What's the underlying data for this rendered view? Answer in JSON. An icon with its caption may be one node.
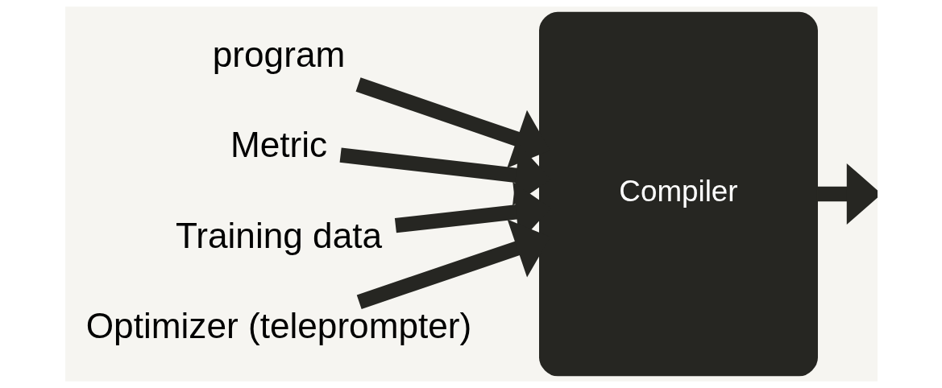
{
  "diagram": {
    "nodes": [
      {
        "text": [
          "program"
        ]
      },
      {
        "text": [
          "Metric"
        ]
      },
      {
        "text": [
          "Training data"
        ]
      },
      {
        "text": [
          "Optimizer (teleprompter)"
        ]
      },
      {
        "text": [
          "Compiler"
        ]
      }
    ],
    "edges": [
      {
        "from": 0,
        "to": 4,
        "arrow": "to"
      },
      {
        "from": 1,
        "to": 4,
        "arrow": "to"
      },
      {
        "from": 2,
        "to": 4,
        "arrow": "to"
      },
      {
        "from": 3,
        "to": 4,
        "arrow": "to"
      },
      {
        "from": 4,
        "to": null,
        "arrow": "to"
      }
    ]
  }
}
